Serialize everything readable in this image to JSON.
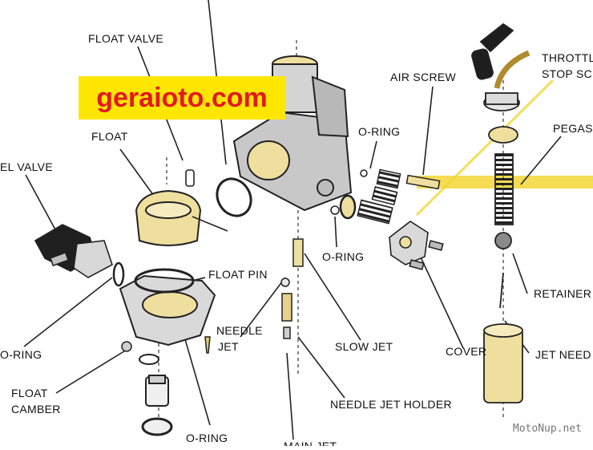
{
  "banner": {
    "text": "geraioto.com",
    "bg_color": "#ffe600",
    "text_color": "#e3181f"
  },
  "labels": {
    "float_valve": "FLOAT VALVE",
    "air_screw": "AIR SCREW",
    "throttle_line1": "THROTTL",
    "throttle_line2": "STOP SC",
    "float": "FLOAT",
    "o_ring_top": "O-RING",
    "pegas": "PEGAS",
    "fuel_valve": "EL VALVE",
    "o_ring_mid": "O-RING",
    "float_pin": "FLOAT PIN",
    "retainer": "RETAINER",
    "needle_line1": "NEEDLE",
    "needle_line2": "JET",
    "o_ring_left": "O-RING",
    "slow_jet": "SLOW JET",
    "cover": "COVER",
    "jet_needle": "JET NEED",
    "float_chamber_line1": "FLOAT",
    "float_chamber_line2": "CAMBER",
    "needle_jet_holder": "NEEDLE JET HOLDER",
    "o_ring_bottom": "O-RING",
    "main_jet": "MAIN JET"
  },
  "watermark": "MotoNup.net",
  "colors": {
    "part_fill": "#efdf9e",
    "metal": "#cfcfcf",
    "line": "#222222",
    "highlight": "#f2d635"
  }
}
